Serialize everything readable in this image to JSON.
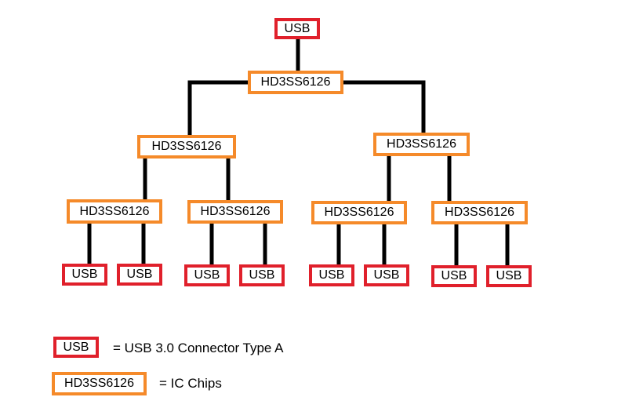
{
  "colors": {
    "usb_border": "#e0202b",
    "ic_border": "#f58a2a",
    "wire": "#000000"
  },
  "tree": {
    "root": "USB",
    "hub": "HD3SS6126",
    "mid_left": "HD3SS6126",
    "mid_right": "HD3SS6126",
    "leaf_ics": [
      "HD3SS6126",
      "HD3SS6126",
      "HD3SS6126",
      "HD3SS6126"
    ],
    "ports": [
      "USB",
      "USB",
      "USB",
      "USB",
      "USB",
      "USB",
      "USB",
      "USB"
    ]
  },
  "legend": [
    {
      "symbol": "USB",
      "description": "= USB 3.0 Connector Type A"
    },
    {
      "symbol": "HD3SS6126",
      "description": "= IC Chips"
    }
  ]
}
